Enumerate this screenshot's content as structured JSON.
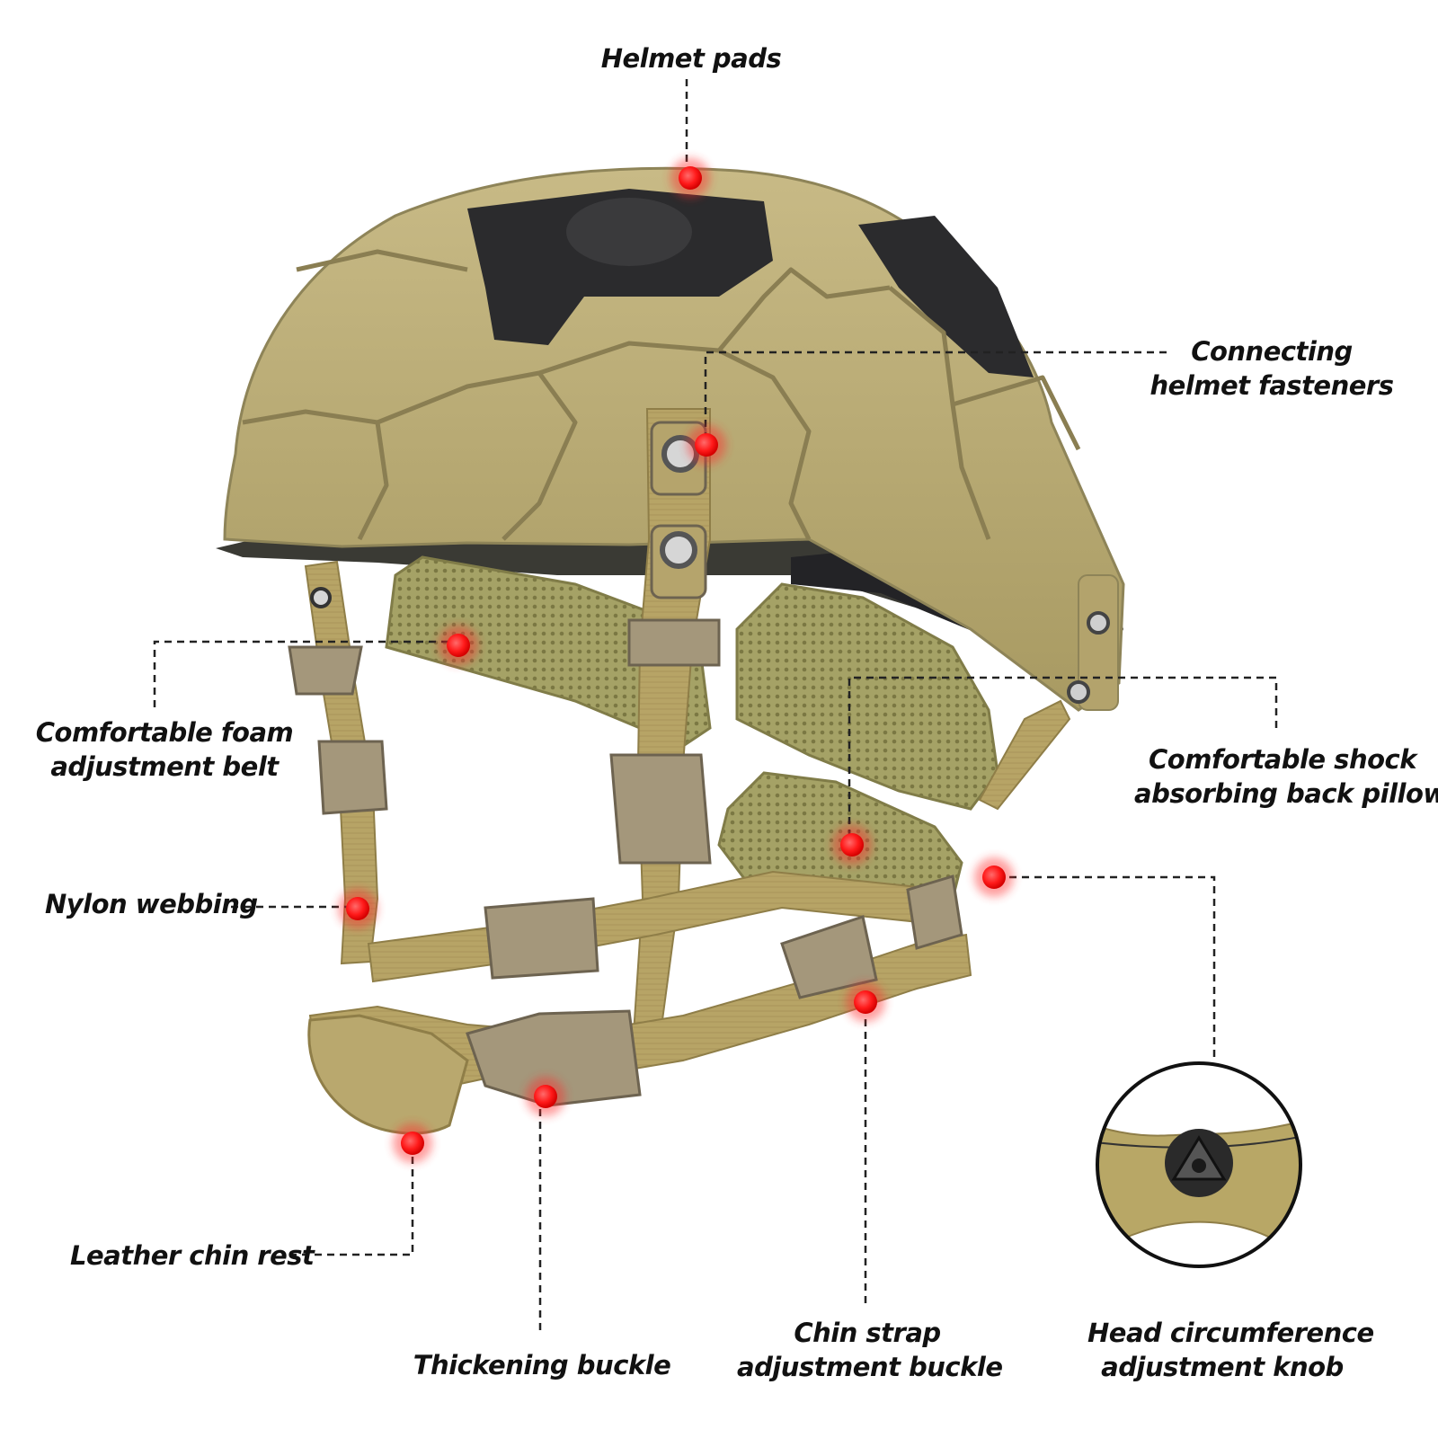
{
  "colors": {
    "background": "#ffffff",
    "marker": "#ff1a1a",
    "leader_line": "#222222",
    "padding_tan": "#b9aa74",
    "padding_dark": "#2c2c2e",
    "webbing": "#b6a264",
    "mesh": "#9d9a60",
    "buckle": "#a4977b"
  },
  "icons": {
    "marker": "red-dot-icon",
    "inset": "adjustment-knob-inset"
  },
  "labels": {
    "helmet_pads": [
      "Helmet pads"
    ],
    "connecting_fasteners": [
      "Connecting",
      "helmet fasteners"
    ],
    "foam_belt": [
      "Comfortable foam",
      "adjustment belt"
    ],
    "back_pillow": [
      "Comfortable shock",
      "absorbing back pillow"
    ],
    "nylon_webbing": [
      "Nylon webbing"
    ],
    "leather_chin_rest": [
      "Leather chin rest"
    ],
    "thickening_buckle": [
      "Thickening buckle"
    ],
    "chin_strap_buckle": [
      "Chin strap",
      "adjustment buckle"
    ],
    "head_knob": [
      "Head circumference",
      "adjustment knob"
    ]
  }
}
